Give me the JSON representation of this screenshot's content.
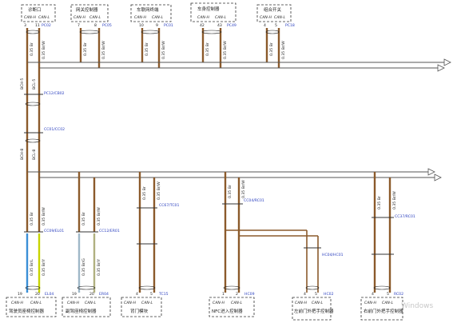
{
  "top_modules": [
    {
      "name": "诊断口",
      "can_h": "CAN-H",
      "can_l": "CAN-L",
      "pin_h": "3",
      "pin_l": "11",
      "conn": "PC02"
    },
    {
      "name": "网关控制器",
      "can_h": "CAN-H",
      "can_l": "CAN-L",
      "pin_h": "7",
      "pin_l": "8",
      "conn": "PC05"
    },
    {
      "name": "车联网终端",
      "can_h": "CAN-H",
      "can_l": "CAN-L",
      "pin_h": "10",
      "pin_l": "9",
      "conn": "PC01"
    },
    {
      "name": "车身控制器",
      "can_h": "CAN-H",
      "can_l": "CAN-L",
      "pin_h": "42",
      "pin_l": "43",
      "conn": "PC49"
    },
    {
      "name": "组合开关",
      "can_h": "CAN-H",
      "can_l": "CAN-L",
      "pin_h": "4",
      "pin_l": "5",
      "conn": "PC18"
    }
  ],
  "top_wire_labels": [
    [
      "0.35 Br",
      "0.35 Br/W"
    ],
    [
      "0.35 Br",
      "0.35 Br/W"
    ],
    [
      "0.35 Br",
      "0.35 Br/W"
    ],
    [
      "0.35 Br",
      "0.35 Br/W"
    ],
    [
      "0.35 Br",
      "0.35 Br/W"
    ]
  ],
  "splices_top": [
    "BCH",
    "BCL"
  ],
  "trunk_connectors": [
    "PC12/CB02",
    "CC01/CC02"
  ],
  "trunk_labels": [
    "BCH-5",
    "BCL-5",
    "BCH-8",
    "BCL-8"
  ],
  "bottom_modules": [
    {
      "name": "驾驶员座椅控制器",
      "can_h": "CAN-H",
      "can_l": "CAN-L",
      "pin_h": "19",
      "pin_l": "20",
      "conn": "EL04",
      "upper_conn": "CC09/EL01"
    },
    {
      "name": "副驾座椅控制器",
      "can_h": "CAN-H",
      "can_l": "CAN-L",
      "pin_h": "19",
      "pin_l": "20",
      "conn": "ER04",
      "upper_conn": "CC12/ER01"
    },
    {
      "name": "背门模块",
      "can_h": "CAN-H",
      "can_l": "CAN-L",
      "pin_h": "4",
      "pin_l": "5",
      "conn": "TC15",
      "upper_conn": "CC67/TC01"
    },
    {
      "name": "NFC进入控制器",
      "can_h": "CAN-H",
      "can_l": "CAN-L",
      "pin_h": "1",
      "pin_l": "2",
      "conn": "HC09",
      "upper_conn": "CC04/RC01"
    },
    {
      "name": "左前门外把手控制器",
      "can_h": "CAN-H",
      "can_l": "CAN-L",
      "pin_h": "4",
      "pin_l": "5",
      "conn": "HC02",
      "upper_conn": "HC04/HC01"
    },
    {
      "name": "右前门外把手控制器",
      "can_h": "CAN-H",
      "can_l": "CAN-L",
      "pin_h": "4",
      "pin_l": "5",
      "conn": "RC02",
      "upper_conn": "CC37/RC01"
    }
  ],
  "bottom_wire_labels": [
    "0.35 Br",
    "0.35 Br/W",
    "0.35 Br/Y",
    "0.35 Br/G",
    "0.35 Br/L"
  ],
  "watermark": "Windows"
}
